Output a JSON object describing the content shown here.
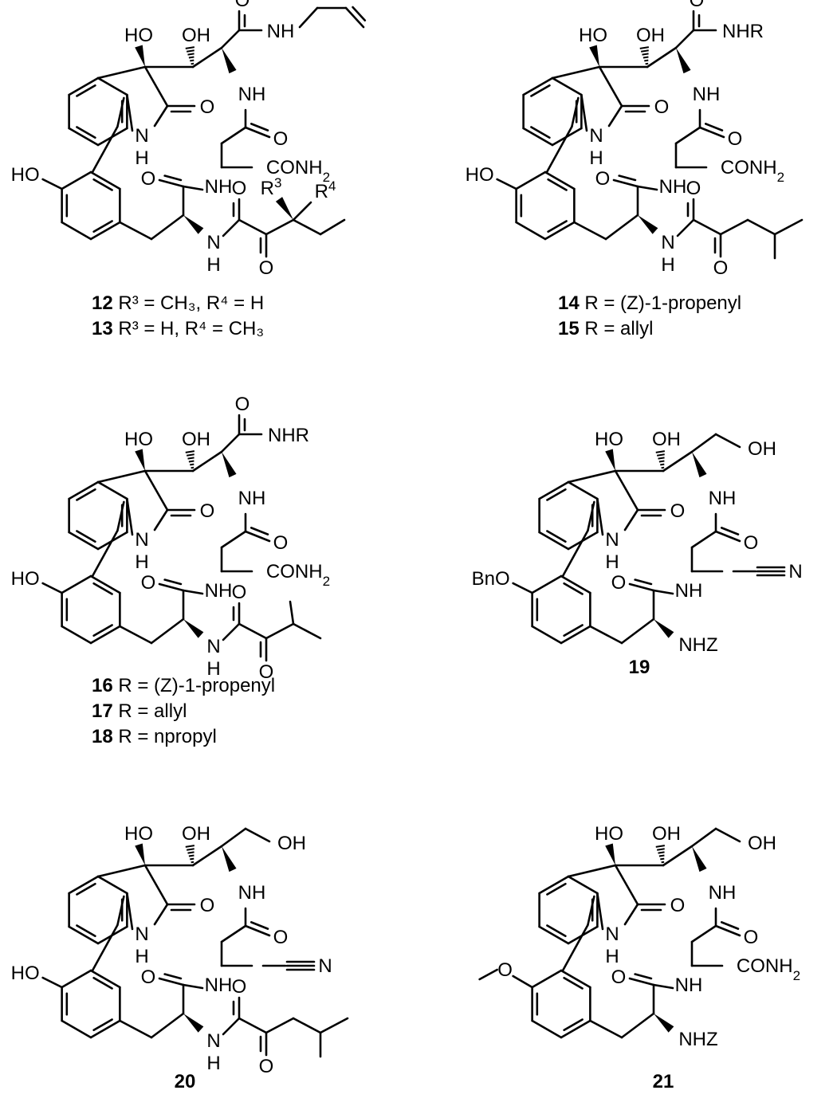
{
  "atom_labels": {
    "ho": "HO",
    "oh": "OH",
    "o": "O",
    "n": "N",
    "h": "H",
    "nh": "NH",
    "nhr": "NHR",
    "nhz": "NHZ",
    "conh": "CONH",
    "sub2": "2",
    "r": "R",
    "sup3": "3",
    "sup4": "4",
    "bno": "BnO"
  },
  "compounds": [
    {
      "id": "c12_13",
      "lines": [
        {
          "num": "12",
          "text": " R³ = CH₃, R⁴ = H"
        },
        {
          "num": "13",
          "text": " R³ = H, R⁴ = CH₃"
        }
      ]
    },
    {
      "id": "c14_15",
      "lines": [
        {
          "num": "14",
          "text": " R  =  (Z)-1-propenyl"
        },
        {
          "num": "15",
          "text": " R  = allyl"
        }
      ]
    },
    {
      "id": "c16_18",
      "lines": [
        {
          "num": "16",
          "text": " R = (Z)-1-propenyl"
        },
        {
          "num": "17",
          "text": " R = allyl"
        },
        {
          "num": "18",
          "text": " R = npropyl"
        }
      ]
    },
    {
      "id": "c19",
      "lines": [
        {
          "num": "19",
          "text": ""
        }
      ]
    },
    {
      "id": "c20",
      "lines": [
        {
          "num": "20",
          "text": ""
        }
      ]
    },
    {
      "id": "c21",
      "lines": [
        {
          "num": "21",
          "text": ""
        }
      ]
    }
  ]
}
